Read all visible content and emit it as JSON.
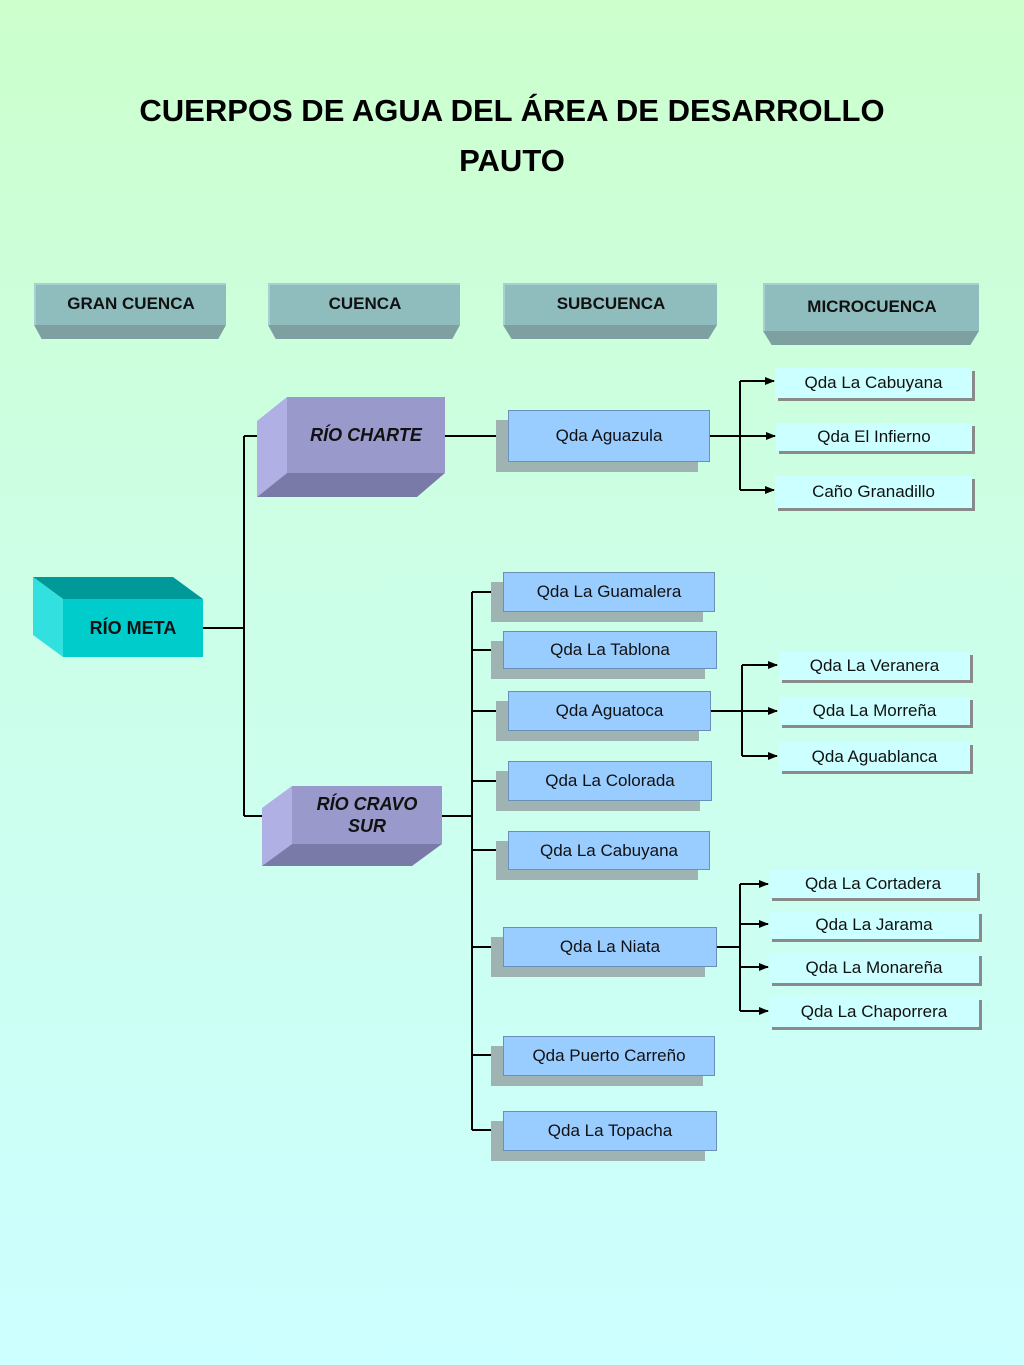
{
  "title": {
    "line1": "CUERPOS DE AGUA DEL ÁREA DE DESARROLLO",
    "line2": "PAUTO"
  },
  "headers": {
    "gran_cuenca": "GRAN CUENCA",
    "cuenca": "CUENCA",
    "subcuenca": "SUBCUENCA",
    "microcuenca": "MICROCUENCA"
  },
  "gran_cuenca": {
    "label": "RÍO META"
  },
  "cuencas": {
    "charte": "RÍO CHARTE",
    "cravo_sur_line1": "RÍO CRAVO",
    "cravo_sur_line2": "SUR"
  },
  "subcuencas": {
    "aguazula": "Qda Aguazula",
    "guamalera": "Qda La Guamalera",
    "tablona": "Qda La Tablona",
    "aguatoca": "Qda Aguatoca",
    "colorada": "Qda La Colorada",
    "cabuyana": "Qda La Cabuyana",
    "niata": "Qda La Niata",
    "puerto_carreno": "Qda Puerto Carreño",
    "topacha": "Qda La Topacha"
  },
  "microcuencas": {
    "aguazula": [
      "Qda La Cabuyana",
      "Qda El Infierno",
      "Caño Granadillo"
    ],
    "aguatoca": [
      "Qda La Veranera",
      "Qda La Morreña",
      "Qda Aguablanca"
    ],
    "niata": [
      "Qda La Cortadera",
      "Qda La Jarama",
      "Qda La Monareña",
      "Qda La Chaporrera"
    ]
  },
  "colors": {
    "meta": "#00cccc",
    "cuenca": "#9999cc",
    "subcuenca": "#99ccff",
    "microcuenca": "#ccffff",
    "header": "#8fbcbc"
  }
}
